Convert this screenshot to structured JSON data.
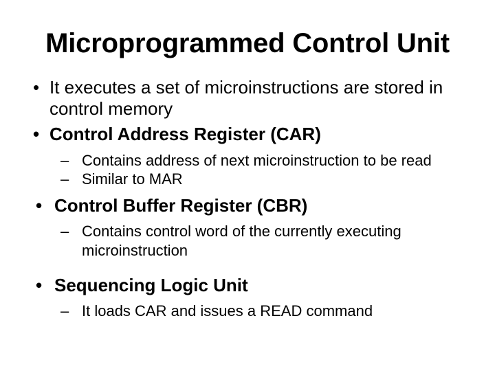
{
  "slide": {
    "title": "Microprogrammed Control Unit",
    "background_color": "#ffffff",
    "text_color": "#000000",
    "bullet_marker": "•",
    "sub_bullet_marker": "–",
    "blocks": [
      {
        "level": 1,
        "bold": false,
        "text": "It executes a set of microinstructions are stored in control memory"
      },
      {
        "level": 1,
        "bold": true,
        "text": "Control Address Register (CAR)"
      },
      {
        "level": 2,
        "bold": false,
        "text": "Contains address of next microinstruction to be read"
      },
      {
        "level": 2,
        "bold": false,
        "text": "Similar to MAR"
      },
      {
        "level": 1,
        "bold": true,
        "text": "Control Buffer Register (CBR)"
      },
      {
        "level": 2,
        "bold": false,
        "text": "Contains control word of the currently executing microinstruction"
      },
      {
        "level": 1,
        "bold": true,
        "text": "Sequencing Logic Unit"
      },
      {
        "level": 2,
        "bold": false,
        "text": "It loads CAR and issues a READ command"
      }
    ]
  }
}
